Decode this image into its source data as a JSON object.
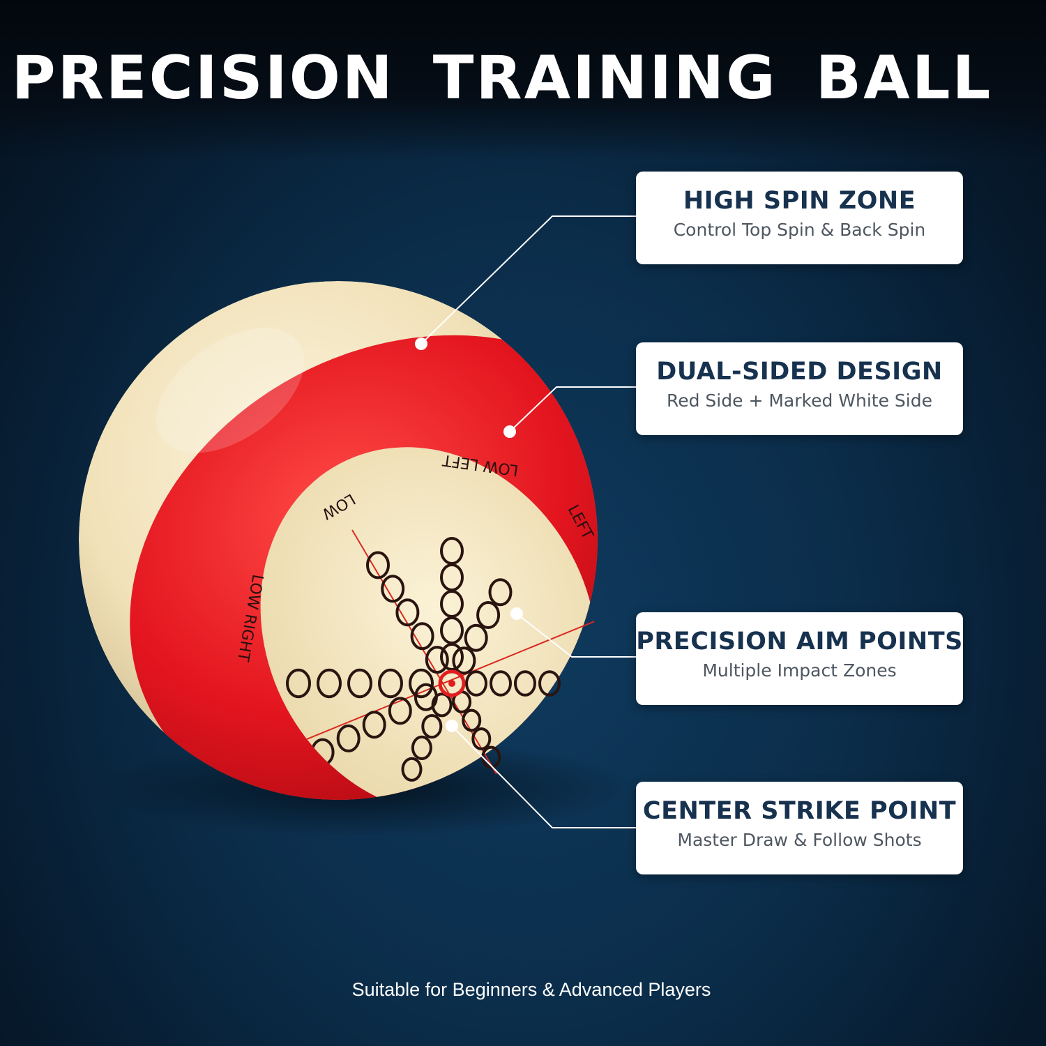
{
  "title": "PRECISION TRAINING BALL",
  "ball_labels": {
    "low_left": "LOW LEFT",
    "low": "LOW",
    "left": "LEFT",
    "low_right": "LOW RIGHT"
  },
  "callouts": [
    {
      "heading": "HIGH SPIN ZONE",
      "subtitle": "Control Top Spin & Back Spin"
    },
    {
      "heading": "DUAL-SIDED DESIGN",
      "subtitle": "Red Side + Marked White Side"
    },
    {
      "heading": "PRECISION AIM POINTS",
      "subtitle": "Multiple Impact Zones"
    },
    {
      "heading": "CENTER STRIKE POINT",
      "subtitle": "Master Draw & Follow Shots"
    }
  ],
  "footer": "Suitable for Beginners & Advanced Players",
  "colors": {
    "background": "#0b2d4a",
    "ball_red": "#e3151f",
    "ball_cream": "#f3e6c4",
    "card_heading": "#17324f",
    "card_text": "#4e5660"
  }
}
